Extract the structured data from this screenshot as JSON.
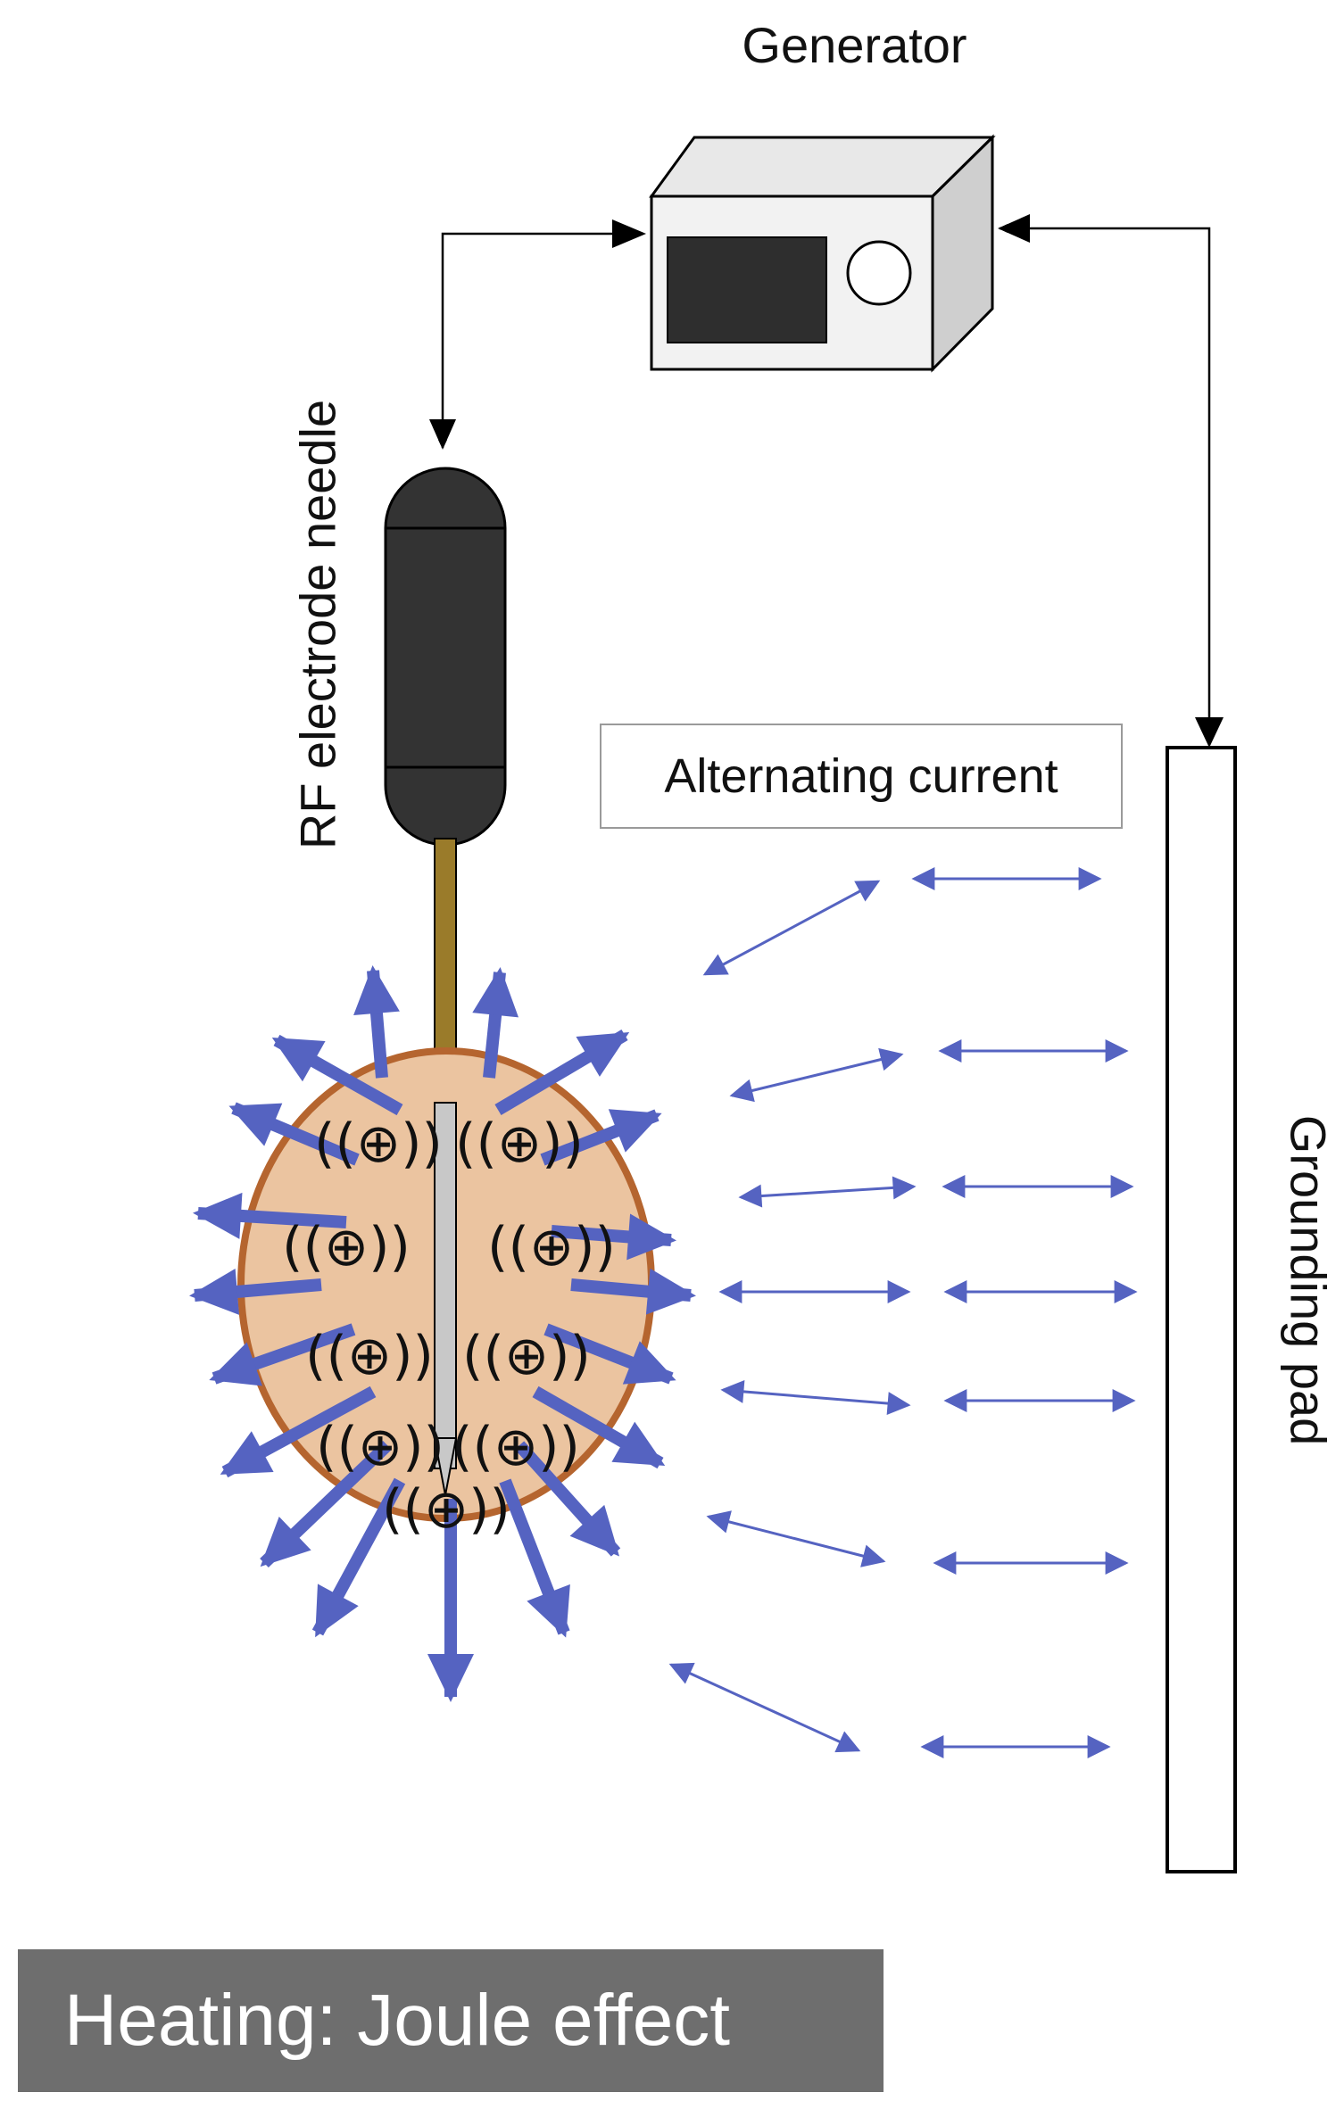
{
  "labels": {
    "generator": "Generator",
    "rf_needle": "RF electrode needle",
    "alternating_current": "Alternating current",
    "grounding_pad": "Grounding pad",
    "caption": "Heating: Joule effect"
  },
  "colors": {
    "arrow_blue": "#5563c1",
    "tissue_fill": "#ebc4a0",
    "tissue_border": "#b5652f",
    "handle": "#3a3a3a",
    "shaft": "#9a7b2a",
    "caption_bg": "#6e6e6e"
  },
  "ion_symbol": "((⊕))"
}
